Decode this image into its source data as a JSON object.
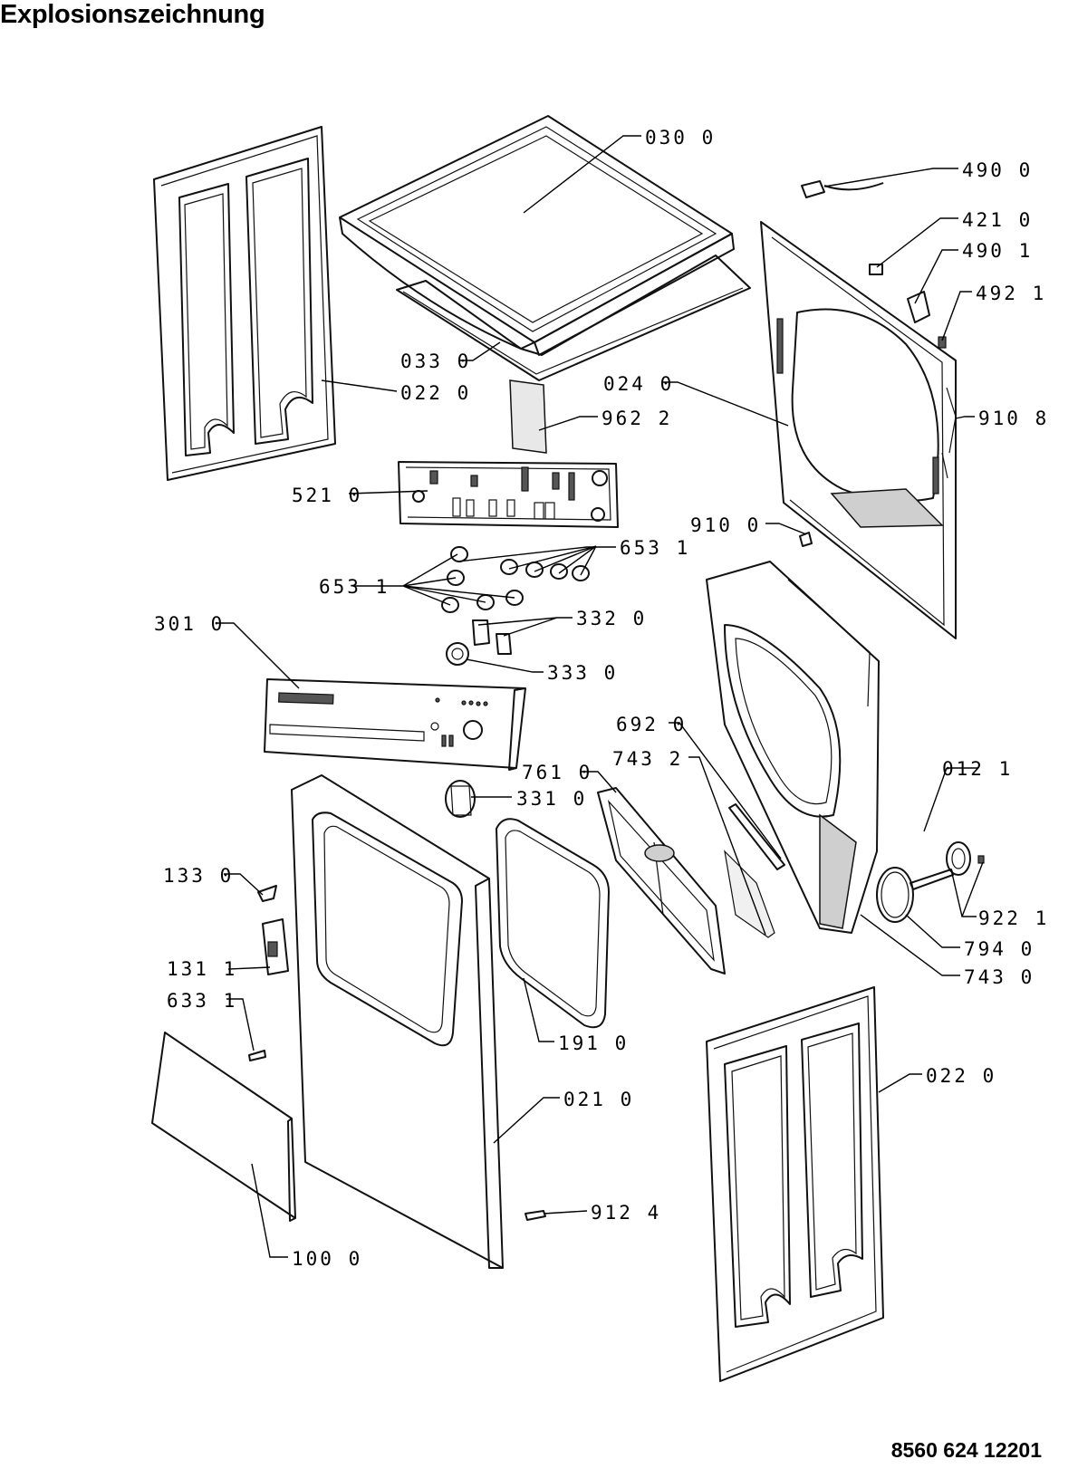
{
  "title": "Explosionszeichnung",
  "document_number": "8560 624 12201",
  "parts": [
    {
      "id": "030-0",
      "label": "030  0"
    },
    {
      "id": "490-0",
      "label": "490  0"
    },
    {
      "id": "421-0",
      "label": "421  0"
    },
    {
      "id": "490-1",
      "label": "490  1"
    },
    {
      "id": "492-1",
      "label": "492  1"
    },
    {
      "id": "033-0",
      "label": "033  0"
    },
    {
      "id": "022-0-left",
      "label": "022  0"
    },
    {
      "id": "024-0",
      "label": "024  0"
    },
    {
      "id": "910-8",
      "label": "910  8"
    },
    {
      "id": "962-2",
      "label": "962  2"
    },
    {
      "id": "521-0",
      "label": "521  0"
    },
    {
      "id": "910-0",
      "label": "910  0"
    },
    {
      "id": "653-1-right",
      "label": "653  1"
    },
    {
      "id": "653-1-left",
      "label": "653  1"
    },
    {
      "id": "301-0",
      "label": "301  0"
    },
    {
      "id": "332-0",
      "label": "332  0"
    },
    {
      "id": "333-0",
      "label": "333  0"
    },
    {
      "id": "692-0",
      "label": "692  0"
    },
    {
      "id": "743-2",
      "label": "743  2"
    },
    {
      "id": "761-0",
      "label": "761  0"
    },
    {
      "id": "012-1",
      "label": "012  1"
    },
    {
      "id": "331-0",
      "label": "331  0"
    },
    {
      "id": "133-0",
      "label": "133  0"
    },
    {
      "id": "922-1",
      "label": "922  1"
    },
    {
      "id": "794-0",
      "label": "794  0"
    },
    {
      "id": "131-1",
      "label": "131  1"
    },
    {
      "id": "743-0",
      "label": "743  0"
    },
    {
      "id": "633-1",
      "label": "633  1"
    },
    {
      "id": "191-0",
      "label": "191  0"
    },
    {
      "id": "022-0-right",
      "label": "022  0"
    },
    {
      "id": "021-0",
      "label": "021  0"
    },
    {
      "id": "912-4",
      "label": "912  4"
    },
    {
      "id": "100-0",
      "label": "100  0"
    }
  ]
}
